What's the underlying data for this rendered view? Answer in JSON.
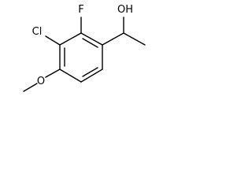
{
  "molecule": {
    "atoms": {
      "fluorine": "F",
      "chlorine": "Cl",
      "oxygen_methoxy": "O",
      "hydroxyl": "OH"
    },
    "line_color": "#000000",
    "background": "#ffffff"
  }
}
